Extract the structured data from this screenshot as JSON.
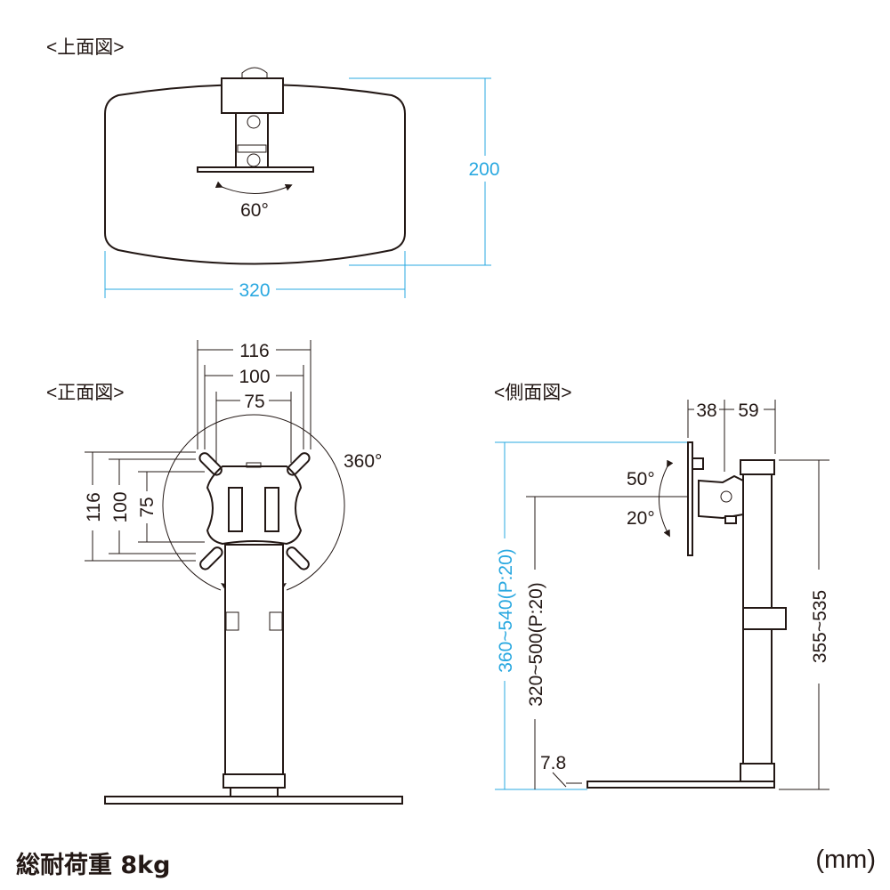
{
  "views": {
    "top": {
      "label": "<上面図>",
      "swivel": "60°",
      "depth": "200",
      "width": "320"
    },
    "front": {
      "label": "<正面図>",
      "rotation": "360°",
      "vesa_h": [
        "116",
        "100",
        "75"
      ],
      "vesa_v": [
        "116",
        "100",
        "75"
      ]
    },
    "side": {
      "label": "<側面図>",
      "offset_a": "38",
      "offset_b": "59",
      "tilt_up": "50°",
      "tilt_down": "20°",
      "total_height": "360~540(P:20)",
      "center_height": "320~500(P:20)",
      "pole_height": "355~535",
      "base_thickness": "7.8"
    }
  },
  "footer": {
    "load": "総耐荷重 8kg",
    "unit": "(mm)"
  },
  "colors": {
    "line": "#231815",
    "dimension_blue": "#29a8e0"
  }
}
